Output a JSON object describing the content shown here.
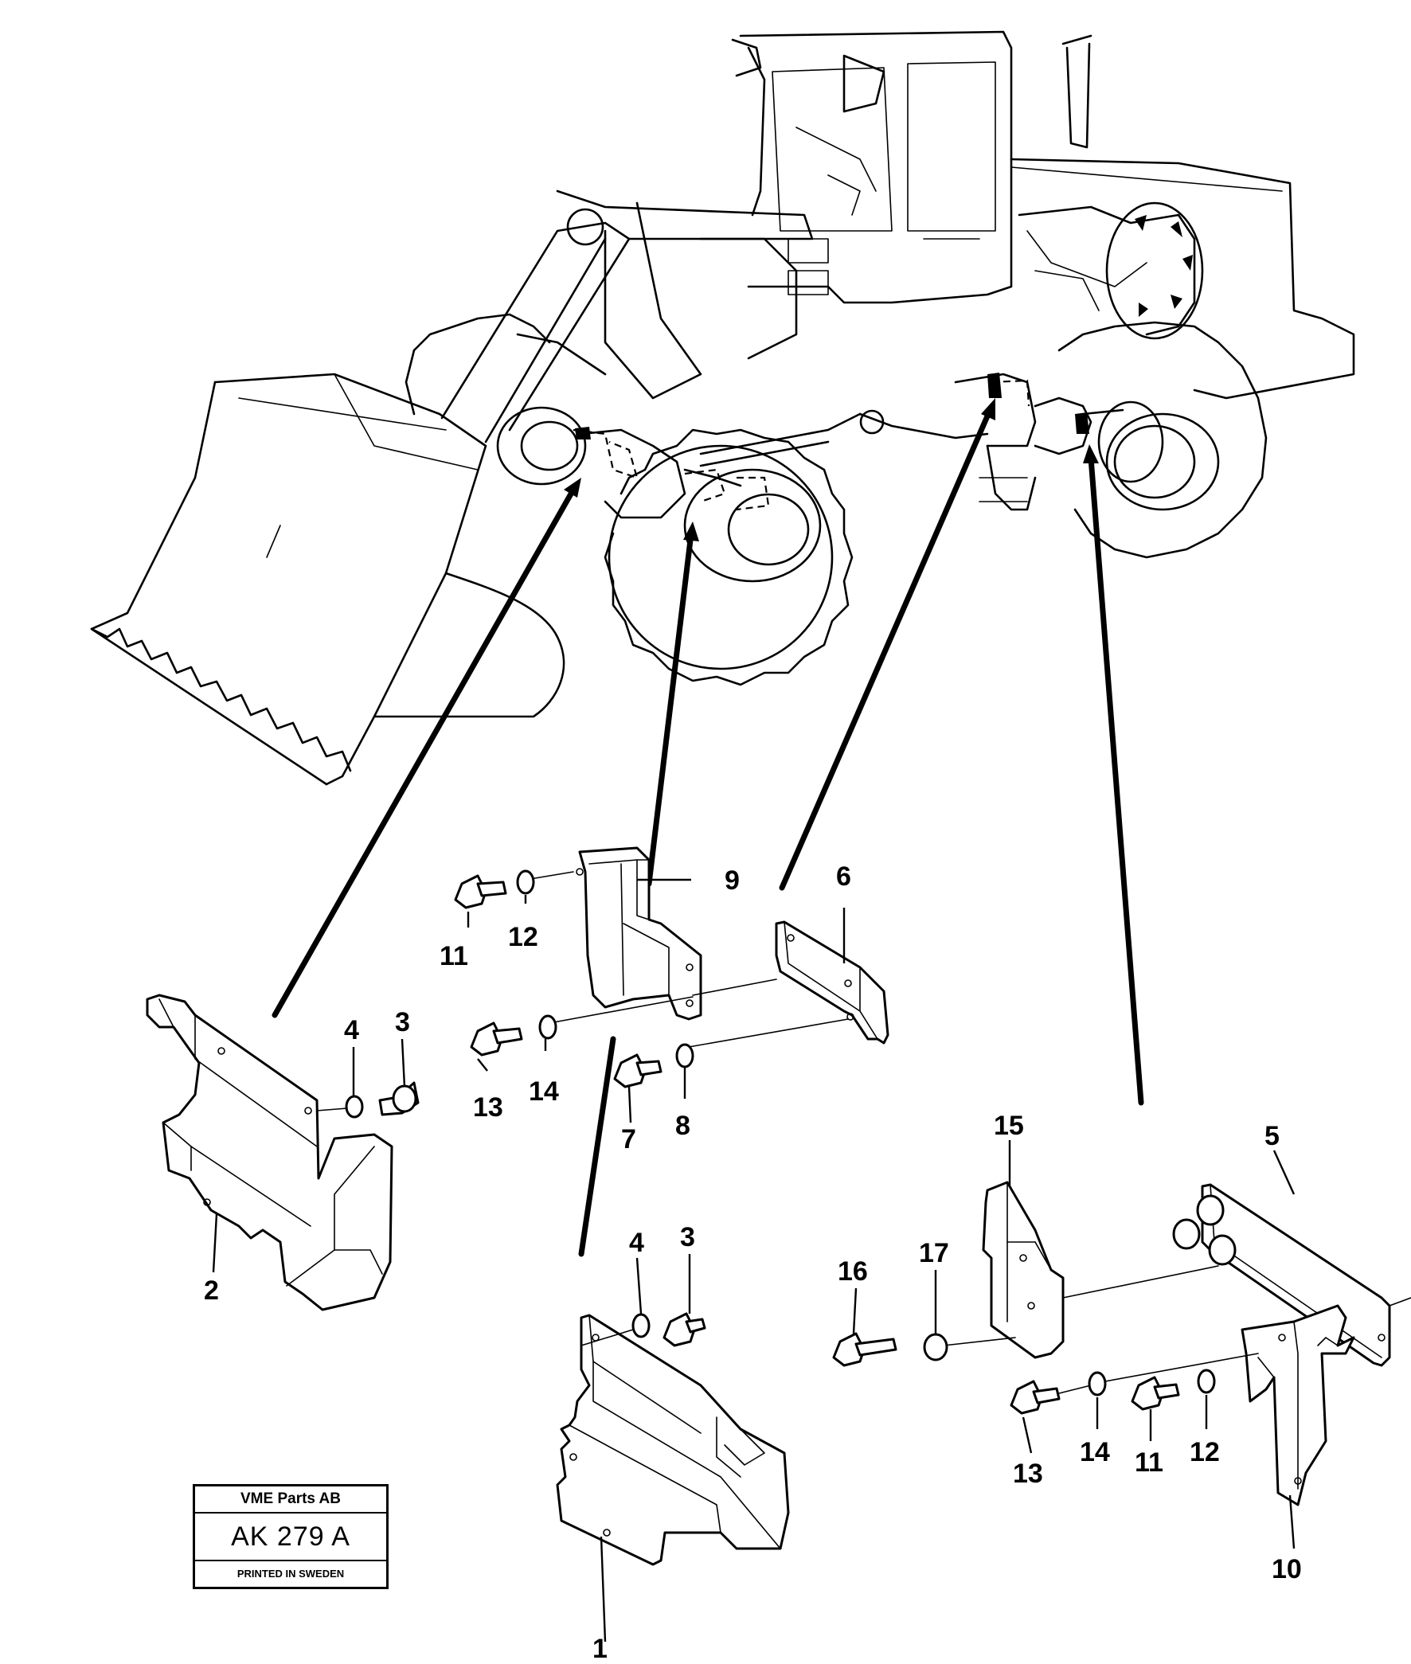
{
  "callouts": {
    "c1": "1",
    "c2": "2",
    "c3a": "3",
    "c3b": "3",
    "c4a": "4",
    "c4b": "4",
    "c5": "5",
    "c6": "6",
    "c7": "7",
    "c8": "8",
    "c9": "9",
    "c10": "10",
    "c11a": "11",
    "c11b": "11",
    "c12a": "12",
    "c12b": "12",
    "c13a": "13",
    "c13b": "13",
    "c14a": "14",
    "c14b": "14",
    "c15": "15",
    "c16": "16",
    "c17": "17"
  },
  "infobox": {
    "company": "VME Parts AB",
    "code": "AK 279 A",
    "footer": "PRINTED IN SWEDEN"
  }
}
